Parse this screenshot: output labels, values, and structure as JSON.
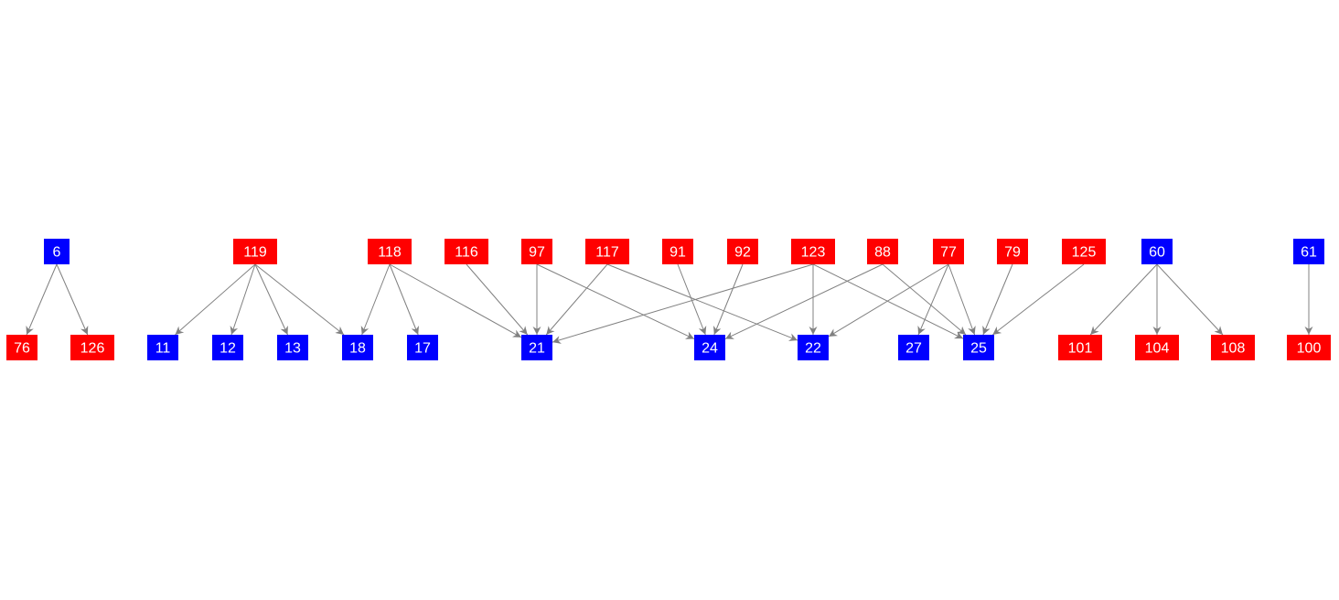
{
  "colors": {
    "red": "#ff0000",
    "blue": "#0000ff",
    "edge": "#808080",
    "text": "#ffffff"
  },
  "nodes": [
    {
      "id": "6",
      "color": "blue",
      "rank": 0
    },
    {
      "id": "119",
      "color": "red",
      "rank": 0
    },
    {
      "id": "118",
      "color": "red",
      "rank": 0
    },
    {
      "id": "116",
      "color": "red",
      "rank": 0
    },
    {
      "id": "97",
      "color": "red",
      "rank": 0
    },
    {
      "id": "117",
      "color": "red",
      "rank": 0
    },
    {
      "id": "91",
      "color": "red",
      "rank": 0
    },
    {
      "id": "92",
      "color": "red",
      "rank": 0
    },
    {
      "id": "123",
      "color": "red",
      "rank": 0
    },
    {
      "id": "88",
      "color": "red",
      "rank": 0
    },
    {
      "id": "77",
      "color": "red",
      "rank": 0
    },
    {
      "id": "79",
      "color": "red",
      "rank": 0
    },
    {
      "id": "125",
      "color": "red",
      "rank": 0
    },
    {
      "id": "60",
      "color": "blue",
      "rank": 0
    },
    {
      "id": "61",
      "color": "blue",
      "rank": 0
    },
    {
      "id": "76",
      "color": "red",
      "rank": 1
    },
    {
      "id": "126",
      "color": "red",
      "rank": 1
    },
    {
      "id": "11",
      "color": "blue",
      "rank": 1
    },
    {
      "id": "12",
      "color": "blue",
      "rank": 1
    },
    {
      "id": "13",
      "color": "blue",
      "rank": 1
    },
    {
      "id": "18",
      "color": "blue",
      "rank": 1
    },
    {
      "id": "17",
      "color": "blue",
      "rank": 1
    },
    {
      "id": "21",
      "color": "blue",
      "rank": 1
    },
    {
      "id": "24",
      "color": "blue",
      "rank": 1
    },
    {
      "id": "22",
      "color": "blue",
      "rank": 1
    },
    {
      "id": "27",
      "color": "blue",
      "rank": 1
    },
    {
      "id": "25",
      "color": "blue",
      "rank": 1
    },
    {
      "id": "101",
      "color": "red",
      "rank": 1
    },
    {
      "id": "104",
      "color": "red",
      "rank": 1
    },
    {
      "id": "108",
      "color": "red",
      "rank": 1
    },
    {
      "id": "100",
      "color": "red",
      "rank": 1
    }
  ],
  "edges": [
    [
      "6",
      "76"
    ],
    [
      "6",
      "126"
    ],
    [
      "119",
      "11"
    ],
    [
      "119",
      "12"
    ],
    [
      "119",
      "13"
    ],
    [
      "119",
      "18"
    ],
    [
      "118",
      "18"
    ],
    [
      "118",
      "17"
    ],
    [
      "118",
      "21"
    ],
    [
      "116",
      "21"
    ],
    [
      "97",
      "21"
    ],
    [
      "97",
      "24"
    ],
    [
      "117",
      "21"
    ],
    [
      "117",
      "22"
    ],
    [
      "91",
      "24"
    ],
    [
      "92",
      "24"
    ],
    [
      "123",
      "21"
    ],
    [
      "123",
      "22"
    ],
    [
      "123",
      "25"
    ],
    [
      "88",
      "24"
    ],
    [
      "88",
      "25"
    ],
    [
      "77",
      "22"
    ],
    [
      "77",
      "27"
    ],
    [
      "77",
      "25"
    ],
    [
      "79",
      "25"
    ],
    [
      "125",
      "25"
    ],
    [
      "60",
      "101"
    ],
    [
      "60",
      "104"
    ],
    [
      "60",
      "108"
    ],
    [
      "61",
      "100"
    ]
  ]
}
